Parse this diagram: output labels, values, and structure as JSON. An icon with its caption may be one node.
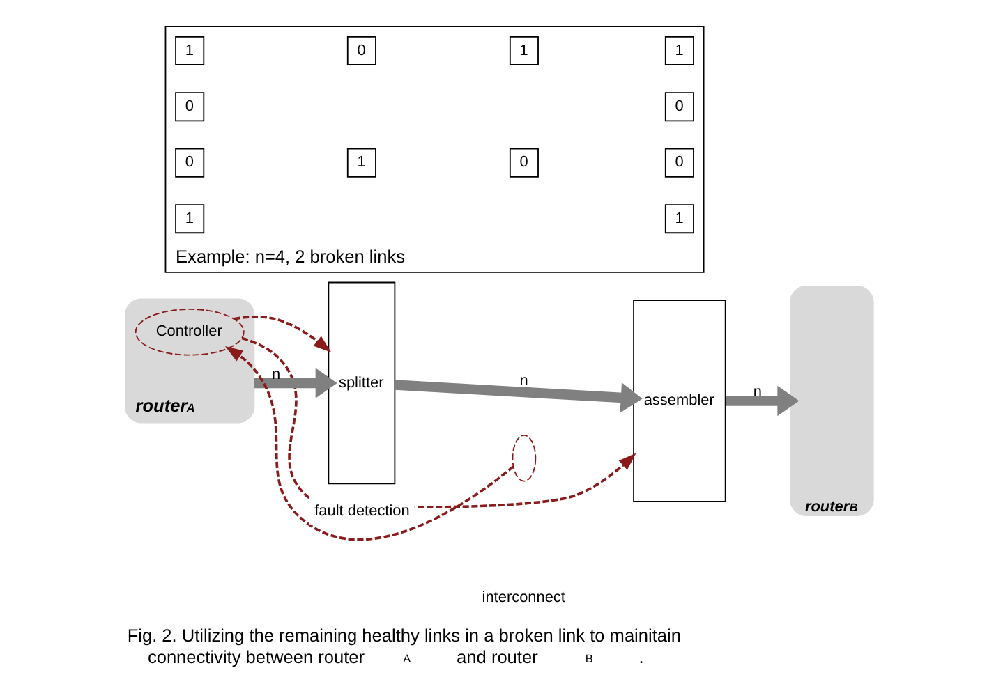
{
  "diagram": {
    "caption": "Fig. 2. Utilizing the remaining healthy links in a broken link to mainitain connectivity between router$_{A}$ and router$_{B}$.",
    "nodes": [
      {
        "text": [
          "router$_{A}$"
        ]
      },
      {
        "text": [
          "Controller"
        ],
        "in": 0
      },
      {
        "text": [
          "splitter"
        ]
      },
      {
        "text": [
          "assembler"
        ]
      },
      {
        "text": [
          "router$_{B}$"
        ]
      },
      {
        "text": [],
        "shape": "circle"
      },
      {
        "text": [
          "Example: n=4, 2 broken links"
        ]
      },
      {
        "text": [
          "1"
        ],
        "in": 6
      },
      {
        "text": [
          "0"
        ],
        "in": 6
      },
      {
        "text": [
          "0"
        ],
        "in": 6
      },
      {
        "text": [
          "1"
        ],
        "in": 6
      },
      {
        "text": [
          "0"
        ],
        "in": 6
      },
      {
        "text": [
          "1"
        ],
        "in": 6
      },
      {
        "text": [
          "1"
        ],
        "in": 6
      },
      {
        "text": [
          "0"
        ],
        "in": 6
      },
      {
        "text": [
          "1"
        ],
        "in": 6
      },
      {
        "text": [
          "0"
        ],
        "in": 6
      },
      {
        "text": [
          "0"
        ],
        "in": 6
      },
      {
        "text": [
          "1"
        ],
        "in": 6
      }
    ],
    "edges": [
      {
        "from": 0,
        "to": 2,
        "arrow": "to",
        "label": "n",
        "style": "thick",
        "color": "#808080"
      },
      {
        "from": 2,
        "to": 3,
        "arrow": "to",
        "label": "n",
        "style": "thick",
        "color": "#808080"
      },
      {
        "from": 3,
        "to": 4,
        "arrow": "to",
        "label": "n",
        "style": "thick",
        "color": "#808080"
      },
      {
        "from": 1,
        "to": 2,
        "arrow": "to",
        "style": "dashed",
        "color": "#8b1a1a"
      },
      {
        "from": 1,
        "to": 3,
        "arrow": "to",
        "style": "dashed",
        "color": "#8b1a1a"
      },
      {
        "from": 5,
        "to": 1,
        "arrow": "to",
        "label": "fault detection",
        "style": "dashed",
        "color": "#8b1a1a"
      }
    ],
    "labels": [
      "interconnect"
    ]
  }
}
